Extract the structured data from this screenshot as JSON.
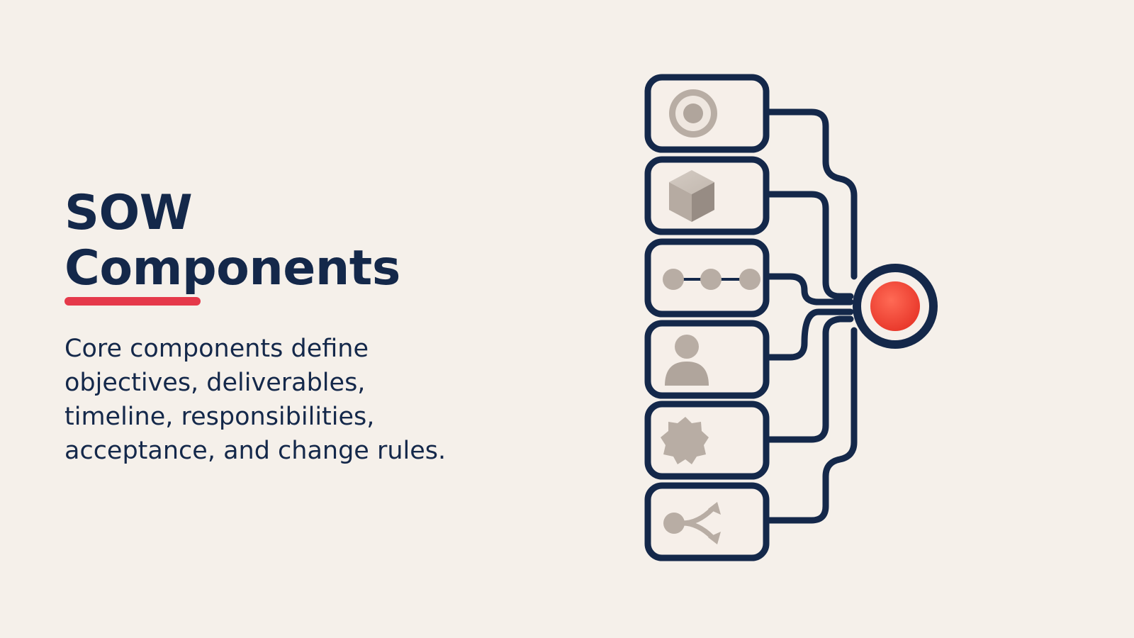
{
  "slide": {
    "title_line1": "SOW",
    "title_line2": "Components",
    "body": "Core components define objectives, deliverables, timeline, responsibilities, acceptance, and change rules."
  },
  "diagram": {
    "items": [
      {
        "icon": "target-icon"
      },
      {
        "icon": "cube-icon"
      },
      {
        "icon": "timeline-icon"
      },
      {
        "icon": "person-icon"
      },
      {
        "icon": "seal-badge-icon"
      },
      {
        "icon": "branch-arrows-icon"
      }
    ],
    "hub_icon": "red-dot-hub-icon"
  },
  "colors": {
    "background": "#f5f0ea",
    "navy": "#14284a",
    "accent_red": "#e5394a",
    "card_fill": "#f6efe9",
    "icon_gray": "#b8ada4",
    "hub_red": "#f24a3a"
  }
}
